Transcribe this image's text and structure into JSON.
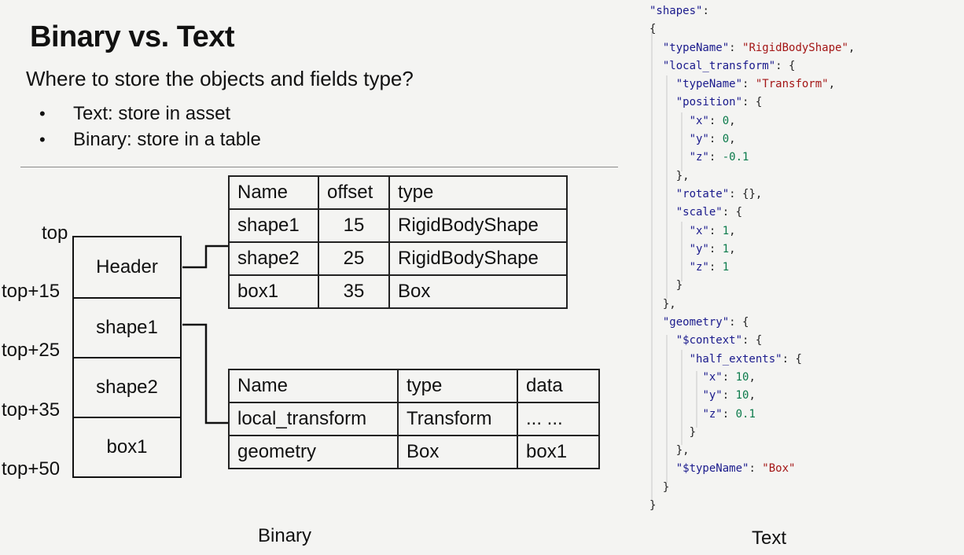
{
  "slide": {
    "title": "Binary vs. Text",
    "subtitle": "Where to store the objects and fields type?",
    "bullets": [
      "Text: store in asset",
      "Binary: store in a table"
    ]
  },
  "binary": {
    "stack_cells": [
      "Header",
      "shape1",
      "shape2",
      "box1"
    ],
    "addresses": [
      "top",
      "top+15",
      "top+25",
      "top+35",
      "top+50"
    ],
    "offset_table": {
      "headers": [
        "Name",
        "offset",
        "type"
      ],
      "rows": [
        [
          "shape1",
          "15",
          "RigidBodyShape"
        ],
        [
          "shape2",
          "25",
          "RigidBodyShape"
        ],
        [
          "box1",
          "35",
          "Box"
        ]
      ]
    },
    "field_table": {
      "headers": [
        "Name",
        "type",
        "data"
      ],
      "rows": [
        [
          "local_transform",
          "Transform",
          "... ..."
        ],
        [
          "geometry",
          "Box",
          "box1"
        ]
      ]
    },
    "caption": "Binary"
  },
  "text": {
    "caption": "Text",
    "json_lines": [
      [
        [
          "k",
          "\"shapes\""
        ],
        [
          "p",
          ":"
        ]
      ],
      [
        [
          "p",
          "{"
        ]
      ],
      [
        [
          "p",
          "  "
        ],
        [
          "k",
          "\"typeName\""
        ],
        [
          "p",
          ": "
        ],
        [
          "s",
          "\"RigidBodyShape\""
        ],
        [
          "p",
          ","
        ]
      ],
      [
        [
          "p",
          "  "
        ],
        [
          "k",
          "\"local_transform\""
        ],
        [
          "p",
          ": {"
        ]
      ],
      [
        [
          "p",
          "    "
        ],
        [
          "k",
          "\"typeName\""
        ],
        [
          "p",
          ": "
        ],
        [
          "s",
          "\"Transform\""
        ],
        [
          "p",
          ","
        ]
      ],
      [
        [
          "p",
          "    "
        ],
        [
          "k",
          "\"position\""
        ],
        [
          "p",
          ": {"
        ]
      ],
      [
        [
          "p",
          "      "
        ],
        [
          "k",
          "\"x\""
        ],
        [
          "p",
          ": "
        ],
        [
          "n",
          "0"
        ],
        [
          "p",
          ","
        ]
      ],
      [
        [
          "p",
          "      "
        ],
        [
          "k",
          "\"y\""
        ],
        [
          "p",
          ": "
        ],
        [
          "n",
          "0"
        ],
        [
          "p",
          ","
        ]
      ],
      [
        [
          "p",
          "      "
        ],
        [
          "k",
          "\"z\""
        ],
        [
          "p",
          ": "
        ],
        [
          "n",
          "-0.1"
        ]
      ],
      [
        [
          "p",
          "    },"
        ]
      ],
      [
        [
          "p",
          "    "
        ],
        [
          "k",
          "\"rotate\""
        ],
        [
          "p",
          ": {},"
        ]
      ],
      [
        [
          "p",
          "    "
        ],
        [
          "k",
          "\"scale\""
        ],
        [
          "p",
          ": {"
        ]
      ],
      [
        [
          "p",
          "      "
        ],
        [
          "k",
          "\"x\""
        ],
        [
          "p",
          ": "
        ],
        [
          "n",
          "1"
        ],
        [
          "p",
          ","
        ]
      ],
      [
        [
          "p",
          "      "
        ],
        [
          "k",
          "\"y\""
        ],
        [
          "p",
          ": "
        ],
        [
          "n",
          "1"
        ],
        [
          "p",
          ","
        ]
      ],
      [
        [
          "p",
          "      "
        ],
        [
          "k",
          "\"z\""
        ],
        [
          "p",
          ": "
        ],
        [
          "n",
          "1"
        ]
      ],
      [
        [
          "p",
          "    }"
        ]
      ],
      [
        [
          "p",
          "  },"
        ]
      ],
      [
        [
          "p",
          "  "
        ],
        [
          "k",
          "\"geometry\""
        ],
        [
          "p",
          ": {"
        ]
      ],
      [
        [
          "p",
          "    "
        ],
        [
          "k",
          "\"$context\""
        ],
        [
          "p",
          ": {"
        ]
      ],
      [
        [
          "p",
          "      "
        ],
        [
          "k",
          "\"half_extents\""
        ],
        [
          "p",
          ": {"
        ]
      ],
      [
        [
          "p",
          "        "
        ],
        [
          "k",
          "\"x\""
        ],
        [
          "p",
          ": "
        ],
        [
          "n",
          "10"
        ],
        [
          "p",
          ","
        ]
      ],
      [
        [
          "p",
          "        "
        ],
        [
          "k",
          "\"y\""
        ],
        [
          "p",
          ": "
        ],
        [
          "n",
          "10"
        ],
        [
          "p",
          ","
        ]
      ],
      [
        [
          "p",
          "        "
        ],
        [
          "k",
          "\"z\""
        ],
        [
          "p",
          ": "
        ],
        [
          "n",
          "0.1"
        ]
      ],
      [
        [
          "p",
          "      }"
        ]
      ],
      [
        [
          "p",
          "    },"
        ]
      ],
      [
        [
          "p",
          "    "
        ],
        [
          "k",
          "\"$typeName\""
        ],
        [
          "p",
          ": "
        ],
        [
          "s",
          "\"Box\""
        ]
      ],
      [
        [
          "p",
          "  }"
        ]
      ],
      [
        [
          "p",
          "}"
        ]
      ]
    ]
  }
}
